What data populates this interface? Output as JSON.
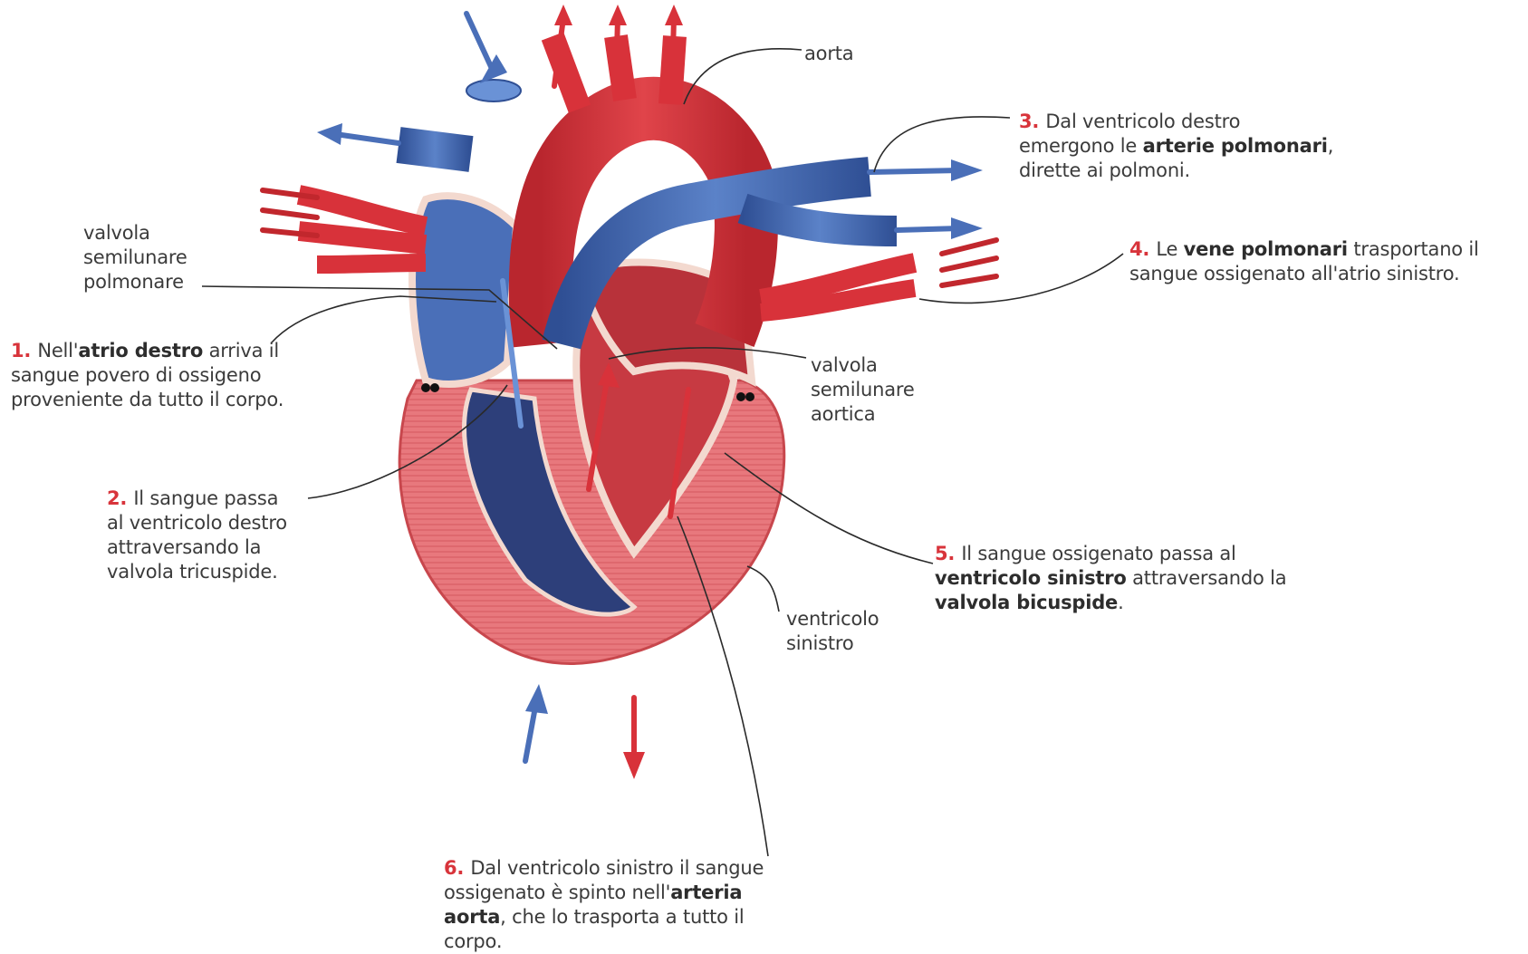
{
  "colors": {
    "oxygenated": "#d8323a",
    "oxygenated_dark": "#b3242b",
    "deoxygenated": "#4a6fb8",
    "deoxygenated_dark": "#2f4f94",
    "myocardium": "#e6777c",
    "step_number": "#d8343b",
    "leader_line": "#2a2a2a"
  },
  "labels": {
    "aorta": "aorta",
    "valvola_polmonare": [
      "valvola",
      "semilunare",
      "polmonare"
    ],
    "valvola_aortica": [
      "valvola",
      "semilunare",
      "aortica"
    ],
    "ventricolo_sinistro": [
      "ventricolo",
      "sinistro"
    ]
  },
  "steps": [
    {
      "number": "1.",
      "lines": [
        [
          {
            "t": "Nell'",
            "b": false
          },
          {
            "t": "atrio destro",
            "b": true
          },
          {
            "t": " arriva il",
            "b": false
          }
        ],
        [
          {
            "t": "sangue povero di ossigeno",
            "b": false
          }
        ],
        [
          {
            "t": "proveniente da tutto il corpo.",
            "b": false
          }
        ]
      ]
    },
    {
      "number": "2.",
      "lines": [
        [
          {
            "t": "Il sangue passa",
            "b": false
          }
        ],
        [
          {
            "t": "al ventricolo destro",
            "b": false
          }
        ],
        [
          {
            "t": "attraversando la",
            "b": false
          }
        ],
        [
          {
            "t": "valvola tricuspide.",
            "b": false
          }
        ]
      ]
    },
    {
      "number": "3.",
      "lines": [
        [
          {
            "t": "Dal ventricolo destro",
            "b": false
          }
        ],
        [
          {
            "t": "emergono le ",
            "b": false
          },
          {
            "t": "arterie polmonari",
            "b": true
          },
          {
            "t": ",",
            "b": false
          }
        ],
        [
          {
            "t": "dirette ai polmoni.",
            "b": false
          }
        ]
      ]
    },
    {
      "number": "4.",
      "lines": [
        [
          {
            "t": "Le ",
            "b": false
          },
          {
            "t": "vene polmonari",
            "b": true
          },
          {
            "t": " trasportano il",
            "b": false
          }
        ],
        [
          {
            "t": "sangue ossigenato all'atrio sinistro.",
            "b": false
          }
        ]
      ]
    },
    {
      "number": "5.",
      "lines": [
        [
          {
            "t": "Il sangue ossigenato passa al",
            "b": false
          }
        ],
        [
          {
            "t": "ventricolo sinistro",
            "b": true
          },
          {
            "t": " attraversando la",
            "b": false
          }
        ],
        [
          {
            "t": "valvola bicuspide",
            "b": true
          },
          {
            "t": ".",
            "b": false
          }
        ]
      ]
    },
    {
      "number": "6.",
      "lines": [
        [
          {
            "t": "Dal ventricolo sinistro il sangue",
            "b": false
          }
        ],
        [
          {
            "t": "ossigenato è spinto nell'",
            "b": false
          },
          {
            "t": "arteria",
            "b": true
          }
        ],
        [
          {
            "t": "aorta",
            "b": true
          },
          {
            "t": ", che lo trasporta a tutto il",
            "b": false
          }
        ],
        [
          {
            "t": "corpo.",
            "b": false
          }
        ]
      ]
    }
  ]
}
